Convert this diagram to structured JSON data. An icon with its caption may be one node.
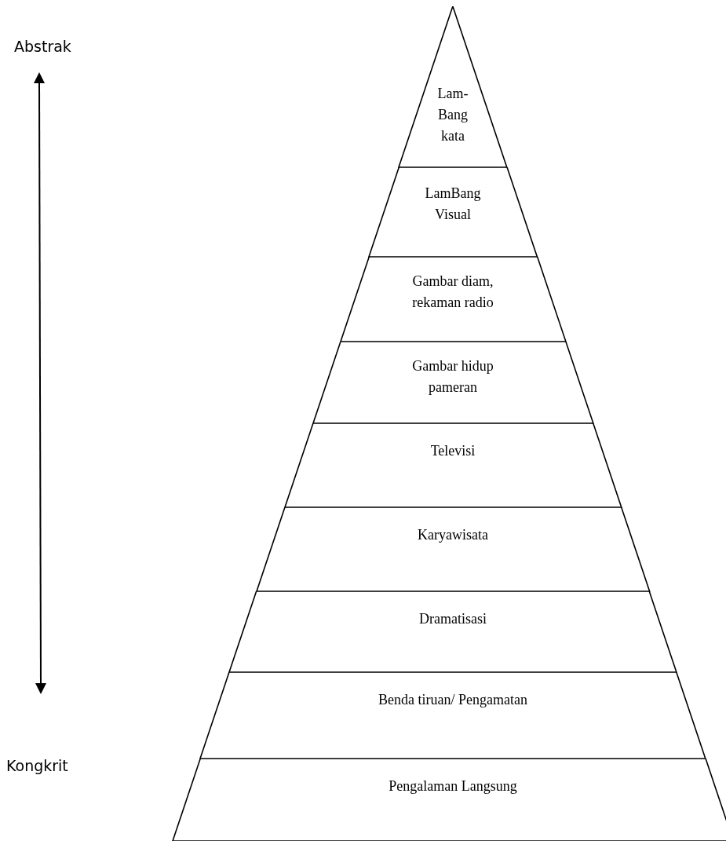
{
  "diagram": {
    "nodes": [
      {
        "text": [
          "Lam- Bang kata"
        ]
      },
      {
        "text": [
          "LamBang Visual"
        ]
      },
      {
        "text": [
          "Gambar diam, rekaman radio"
        ]
      },
      {
        "text": [
          "Gambar hidup pameran"
        ]
      },
      {
        "text": [
          "Televisi"
        ]
      },
      {
        "text": [
          "Karyawisata"
        ]
      },
      {
        "text": [
          "Dramatisasi"
        ]
      },
      {
        "text": [
          "Benda tiruan/ Pengamatan"
        ]
      },
      {
        "text": [
          "Pengalaman Langsung"
        ]
      }
    ],
    "edges": [],
    "labels": [
      "Abstrak",
      "Kongkrit"
    ]
  }
}
